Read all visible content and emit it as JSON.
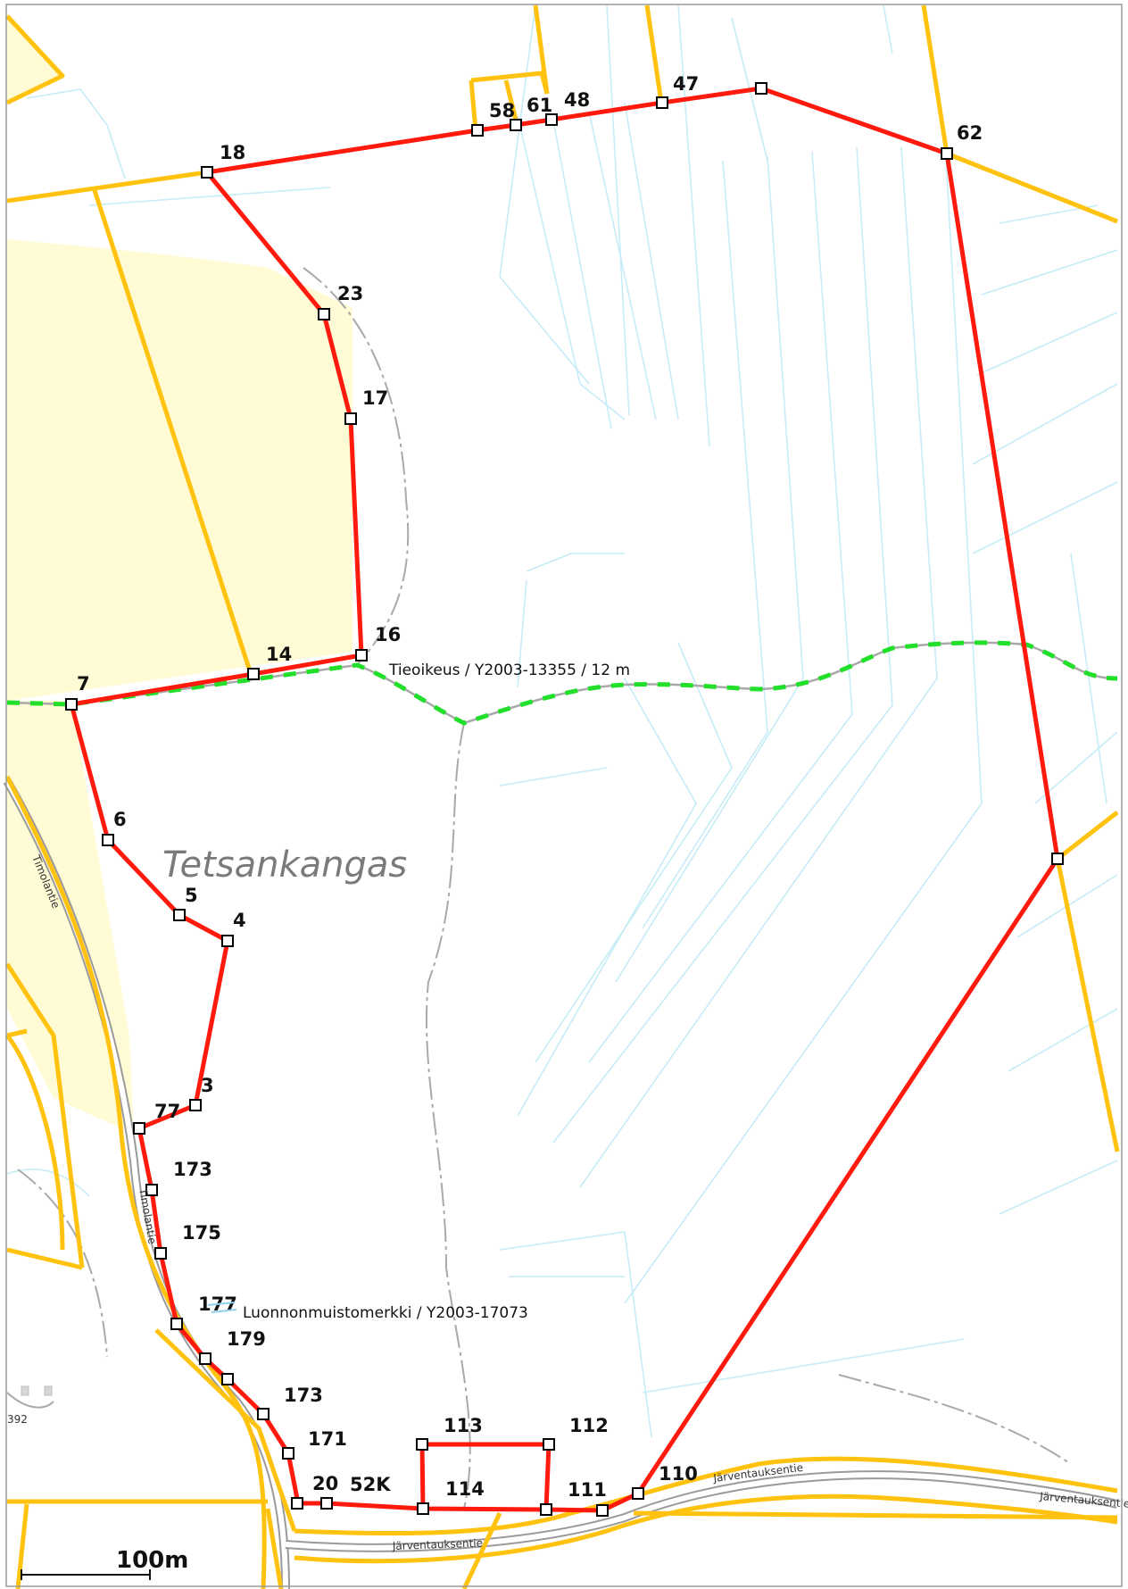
{
  "place_name": "Tetsankangas",
  "annotations": {
    "easement": "Tieoikeus / Y2003-13355 / 12 m",
    "monument": "Luonnonmuistomerkki / Y2003-17073"
  },
  "road_names": {
    "timolantie_1": "Timolantie",
    "timolantie_2": "Timolantie",
    "jarventauksentie_1": "Järventauksentie",
    "jarventauksentie_2": "Järventauksentie",
    "jarventauksentie_3": "Järventauksentie"
  },
  "spot_height": "392",
  "scale_label": "100m",
  "colors": {
    "boundary": "#ff1a0d",
    "property_lines": "#ffc20e",
    "field_fill": "#fffbd4",
    "ditches": "#c6ecf7",
    "easement": "#22e02a",
    "track": "#a9a9a9"
  },
  "vertices": [
    "18",
    "58",
    "61",
    "48",
    "47",
    "62",
    "23",
    "17",
    "16",
    "14",
    "7",
    "6",
    "5",
    "4",
    "3",
    "77",
    "173",
    "175",
    "177",
    "179",
    "173",
    "171",
    "20",
    "52K",
    "113",
    "112",
    "114",
    "111",
    "110"
  ]
}
